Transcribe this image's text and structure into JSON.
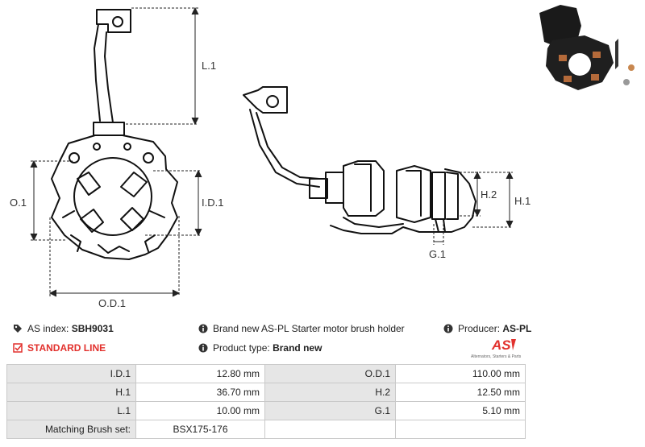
{
  "diagram": {
    "labels": {
      "l1": "L.1",
      "o1": "O.1",
      "id1": "I.D.1",
      "od1": "O.D.1",
      "h1": "H.1",
      "h2": "H.2",
      "g1": "G.1"
    }
  },
  "info": {
    "as_index_label": "AS index:",
    "as_index_value": "SBH9031",
    "standard_line": "STANDARD LINE",
    "description": "Brand new AS-PL Starter motor brush holder",
    "product_type_label": "Product type:",
    "product_type_value": "Brand new",
    "producer_label": "Producer:",
    "producer_value": "AS-PL"
  },
  "logo": {
    "mark": "AS",
    "tagline": "Alternators, Starters & Parts",
    "color": "#e2312d"
  },
  "specs": {
    "rows": [
      {
        "l1": "I.D.1",
        "v1": "12.80 mm",
        "l2": "O.D.1",
        "v2": "110.00 mm"
      },
      {
        "l1": "H.1",
        "v1": "36.70 mm",
        "l2": "H.2",
        "v2": "12.50 mm"
      },
      {
        "l1": "L.1",
        "v1": "10.00 mm",
        "l2": "G.1",
        "v2": "5.10 mm"
      }
    ],
    "brush_label": "Matching Brush set:",
    "brush_value": "BSX175-176"
  }
}
